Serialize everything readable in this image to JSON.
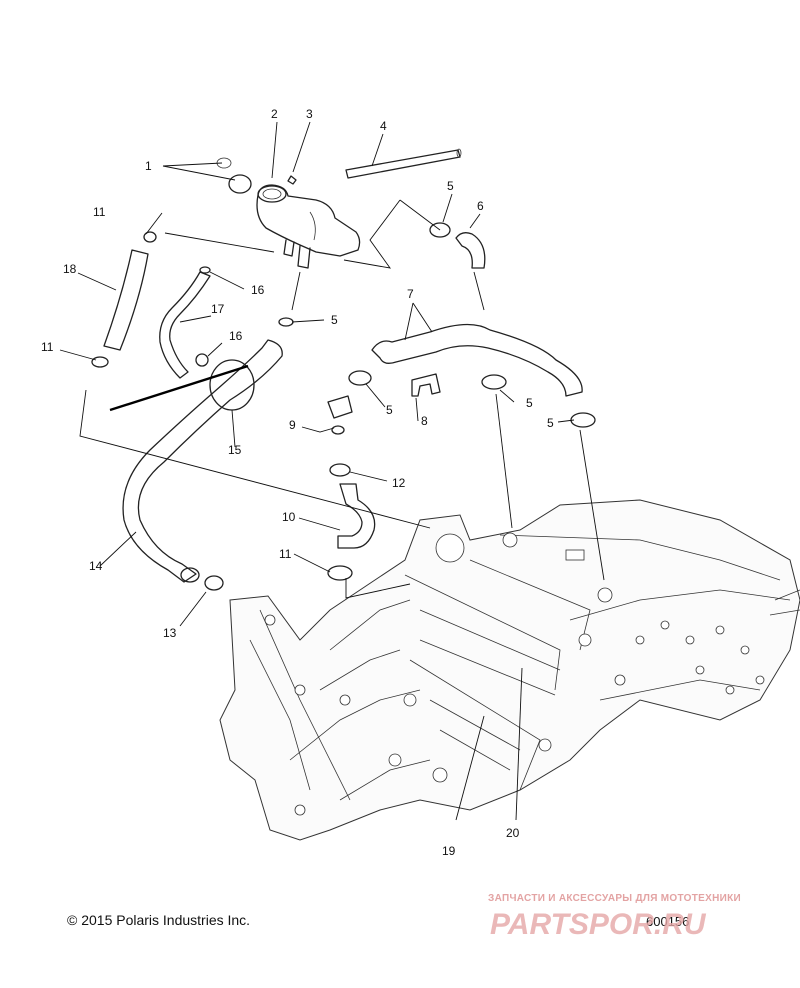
{
  "copyright": "© 2015 Polaris Industries Inc.",
  "diagram_number": "600156",
  "watermark": {
    "tagline": "ЗАПЧАСТИ И АКСЕССУАРЫ ДЛЯ МОТОТЕХНИКИ",
    "logo": "PARTSPOR.RU"
  },
  "callouts": {
    "c1": "1",
    "c2": "2",
    "c3": "3",
    "c4": "4",
    "c5a": "5",
    "c5b": "5",
    "c5c": "5",
    "c5d": "5",
    "c5e": "5",
    "c6": "6",
    "c7": "7",
    "c8": "8",
    "c9": "9",
    "c10": "10",
    "c11a": "11",
    "c11b": "11",
    "c11c": "11",
    "c12": "12",
    "c13": "13",
    "c14": "14",
    "c15": "15",
    "c16a": "16",
    "c16b": "16",
    "c17": "17",
    "c18": "18",
    "c19": "19",
    "c20": "20"
  }
}
